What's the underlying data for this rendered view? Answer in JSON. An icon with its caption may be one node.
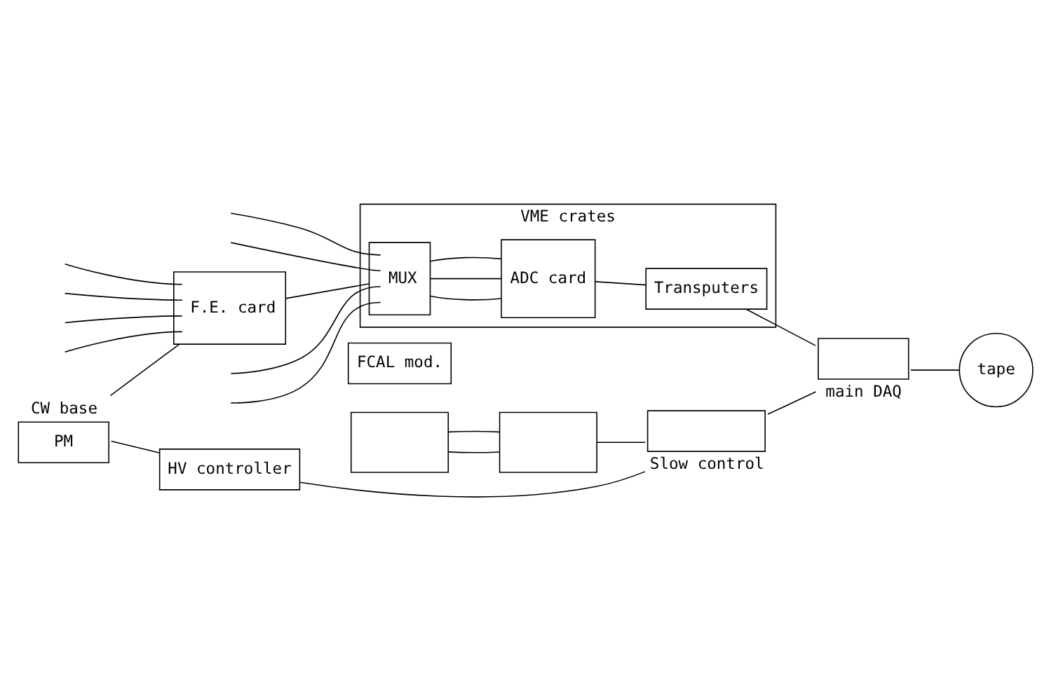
{
  "diagram": {
    "nodes": [
      {
        "text": [
          "FCAL mod."
        ]
      },
      {
        "text": [],
        "shape": "box"
      },
      {
        "text": [
          "PM"
        ],
        "beside": [
          "CW base"
        ]
      },
      {
        "text": [
          "F.E. card"
        ]
      },
      {
        "text": [
          "VME crates"
        ]
      },
      {
        "text": [
          "MUX"
        ],
        "in": 4
      },
      {
        "text": [
          "ADC card"
        ],
        "in": 4
      },
      {
        "text": [
          "Transputers"
        ],
        "in": 4
      },
      {
        "text": [
          "HV controller"
        ]
      },
      {
        "text": [],
        "shape": "box"
      },
      {
        "text": [],
        "shape": "box",
        "beside": [
          "Slow control"
        ]
      },
      {
        "text": [],
        "shape": "box",
        "beside": [
          "main DAQ"
        ]
      },
      {
        "text": [
          "tape"
        ]
      }
    ],
    "edges": [
      {
        "from": 1,
        "to": 9,
        "arrow": "none"
      },
      {
        "from": 1,
        "to": 9,
        "arrow": "none"
      },
      {
        "from": 2,
        "to": 3,
        "arrow": "none"
      },
      {
        "from": null,
        "to": 3,
        "arrow": "none"
      },
      {
        "from": null,
        "to": 3,
        "arrow": "none"
      },
      {
        "from": null,
        "to": 3,
        "arrow": "none"
      },
      {
        "from": null,
        "to": 3,
        "arrow": "none"
      },
      {
        "from": 2,
        "to": 8,
        "arrow": "none"
      },
      {
        "from": 3,
        "to": 5,
        "arrow": "none"
      },
      {
        "from": null,
        "to": 5,
        "arrow": "none"
      },
      {
        "from": null,
        "to": 5,
        "arrow": "none"
      },
      {
        "from": null,
        "to": 5,
        "arrow": "none"
      },
      {
        "from": null,
        "to": 5,
        "arrow": "none"
      },
      {
        "from": 5,
        "to": 6,
        "arrow": "none"
      },
      {
        "from": 5,
        "to": 6,
        "arrow": "none"
      },
      {
        "from": 5,
        "to": 6,
        "arrow": "none"
      },
      {
        "from": 6,
        "to": 7,
        "arrow": "none"
      },
      {
        "from": 8,
        "to": 10,
        "arrow": "none"
      },
      {
        "from": 9,
        "to": 10,
        "arrow": "none"
      },
      {
        "from": 10,
        "to": 11,
        "arrow": "none"
      },
      {
        "from": 7,
        "to": 11,
        "arrow": "none"
      },
      {
        "from": 11,
        "to": 12,
        "arrow": "none"
      }
    ]
  }
}
